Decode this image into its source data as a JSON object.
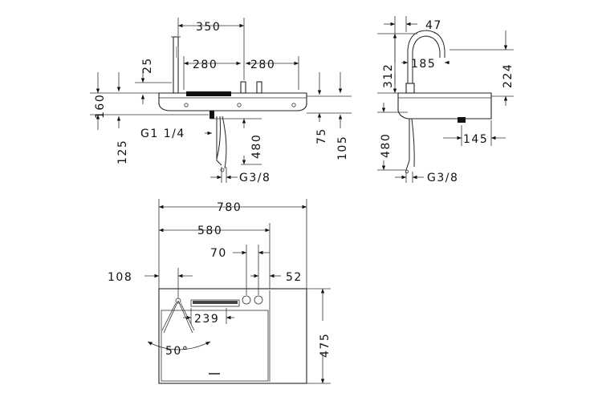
{
  "front_view": {
    "dim_width_top": "350",
    "dim_spacing_left": "280",
    "dim_spacing_right": "280",
    "dim_spout_projection": "25",
    "dim_height_total": "160",
    "dim_height_basin": "125",
    "dim_thread": "G1 1/4",
    "dim_hose_length": "480",
    "dim_outlet_offset": "75",
    "dim_outlet_height": "105",
    "dim_connection": "G3/8"
  },
  "side_view": {
    "dim_spout_offset": "47",
    "dim_spout_height": "312",
    "dim_spout_reach": "185",
    "dim_height_right": "224",
    "dim_hose_length": "480",
    "dim_depth": "145",
    "dim_connection": "G3/8"
  },
  "top_view": {
    "dim_total_width": "780",
    "dim_basin_width": "580",
    "dim_valve_spacing": "70",
    "dim_valve_edge": "52",
    "dim_spout_edge": "108",
    "dim_depth": "475",
    "dim_drain_width": "239",
    "dim_swivel_angle": "50°"
  }
}
